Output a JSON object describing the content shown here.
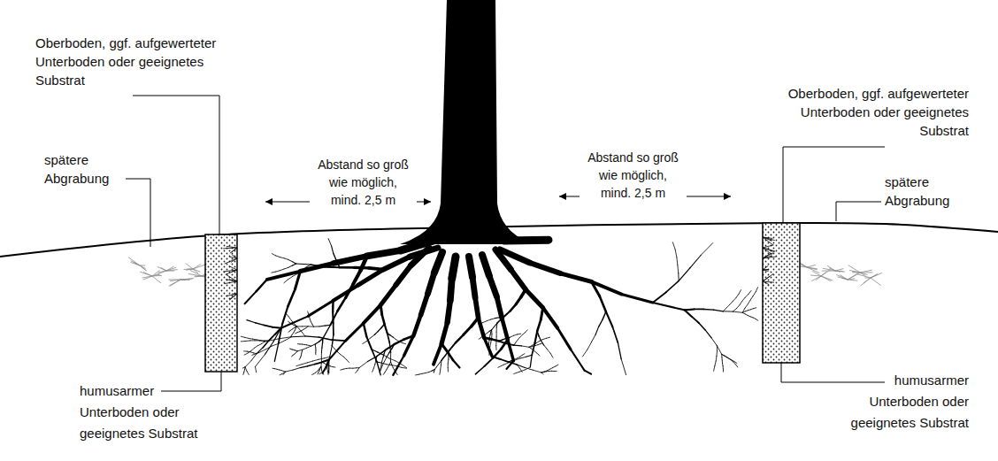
{
  "diagram": {
    "labels": [
      "Oberboden, ggf. aufgewerteter Unterboden oder geeignetes Substrat",
      "Oberboden, ggf. aufgewerteter Unterboden oder geeignetes Substrat",
      "Abstand so groß wie möglich, mind. 2,5 m",
      "Abstand so groß wie möglich, mind. 2,5 m",
      "spätere Abgrabung",
      "spätere Abgrabung",
      "humusarmer Unterboden oder geeignetes Substrat",
      "humusarmer Unterboden oder geeignetes Substrat"
    ]
  }
}
